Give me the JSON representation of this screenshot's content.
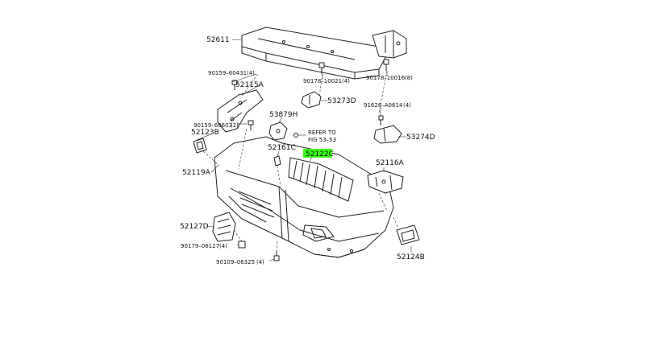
{
  "highlight_color": "#39ff14",
  "labels": {
    "p52611": "52611",
    "p90159_60431": "90159–60431",
    "p90159_60431_qty": "(4)",
    "p52115a": "52115A",
    "p90159_60603": "90159–60603",
    "p90159_60603_qty": "(2)",
    "p52123b": "52123B",
    "p52119a": "52119A",
    "p52127d": "52127D",
    "p90179_06127": "90179–06127",
    "p90179_06127_qty": "(4)",
    "p90109_06325": "90109–06325",
    "p90109_06325_qty": "(4)",
    "p90178_10021": "90178–10021",
    "p90178_10021_qty": "(4)",
    "p90178_10016": "90178–10016",
    "p90178_10016_qty": "(8)",
    "p53273d": "53273D",
    "p91626_a0614": "91626–A0614",
    "p91626_a0614_qty": "(4)",
    "p53274d": "53274D",
    "p53879h": "53879H",
    "refer_line1": "REFER TO",
    "refer_line2": "FIG 53–53",
    "p52161c": "52161C",
    "p52122c": "52122C",
    "p52116a": "52116A",
    "p52124b": "52124B"
  }
}
